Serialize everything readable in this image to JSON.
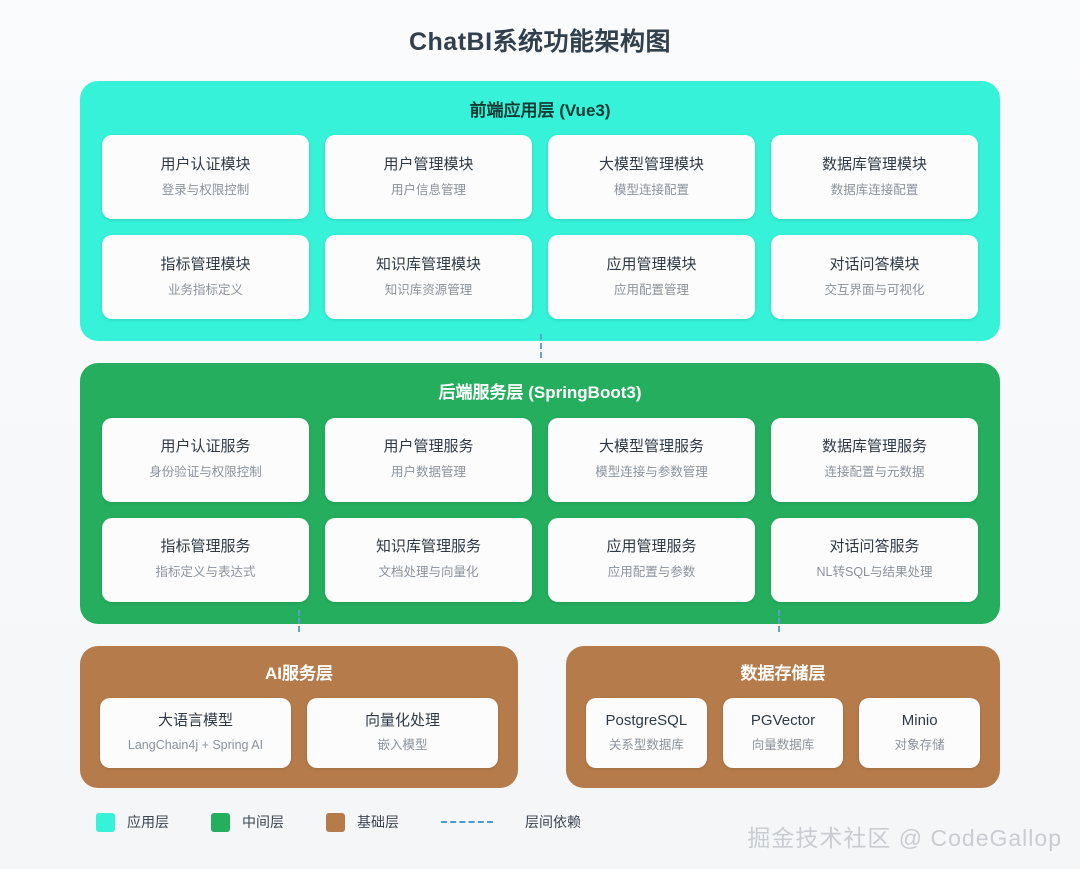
{
  "title": "ChatBI系统功能架构图",
  "layers": {
    "frontend": {
      "name": "前端应用层 (Vue3)",
      "color": "#35f2d8",
      "rows": [
        [
          {
            "title": "用户认证模块",
            "sub": "登录与权限控制"
          },
          {
            "title": "用户管理模块",
            "sub": "用户信息管理"
          },
          {
            "title": "大模型管理模块",
            "sub": "模型连接配置"
          },
          {
            "title": "数据库管理模块",
            "sub": "数据库连接配置"
          }
        ],
        [
          {
            "title": "指标管理模块",
            "sub": "业务指标定义"
          },
          {
            "title": "知识库管理模块",
            "sub": "知识库资源管理"
          },
          {
            "title": "应用管理模块",
            "sub": "应用配置管理"
          },
          {
            "title": "对话问答模块",
            "sub": "交互界面与可视化"
          }
        ]
      ]
    },
    "backend": {
      "name": "后端服务层 (SpringBoot3)",
      "color": "#25ae5e",
      "rows": [
        [
          {
            "title": "用户认证服务",
            "sub": "身份验证与权限控制"
          },
          {
            "title": "用户管理服务",
            "sub": "用户数据管理"
          },
          {
            "title": "大模型管理服务",
            "sub": "模型连接与参数管理"
          },
          {
            "title": "数据库管理服务",
            "sub": "连接配置与元数据"
          }
        ],
        [
          {
            "title": "指标管理服务",
            "sub": "指标定义与表达式"
          },
          {
            "title": "知识库管理服务",
            "sub": "文档处理与向量化"
          },
          {
            "title": "应用管理服务",
            "sub": "应用配置与参数"
          },
          {
            "title": "对话问答服务",
            "sub": "NL转SQL与结果处理"
          }
        ]
      ]
    },
    "ai": {
      "name": "AI服务层",
      "color": "#b57b4a",
      "cards": [
        {
          "title": "大语言模型",
          "sub": "LangChain4j + Spring AI"
        },
        {
          "title": "向量化处理",
          "sub": "嵌入模型"
        }
      ]
    },
    "storage": {
      "name": "数据存储层",
      "color": "#b57b4a",
      "cards": [
        {
          "title": "PostgreSQL",
          "sub": "关系型数据库"
        },
        {
          "title": "PGVector",
          "sub": "向量数据库"
        },
        {
          "title": "Minio",
          "sub": "对象存储"
        }
      ]
    }
  },
  "legend": {
    "items": [
      {
        "label": "应用层",
        "color": "#35f2d8"
      },
      {
        "label": "中间层",
        "color": "#25ae5e"
      },
      {
        "label": "基础层",
        "color": "#b57b4a"
      }
    ],
    "dependency_label": "层间依赖",
    "dependency_color": "#4a9ccc"
  },
  "watermark": "掘金技术社区 @ CodeGallop"
}
